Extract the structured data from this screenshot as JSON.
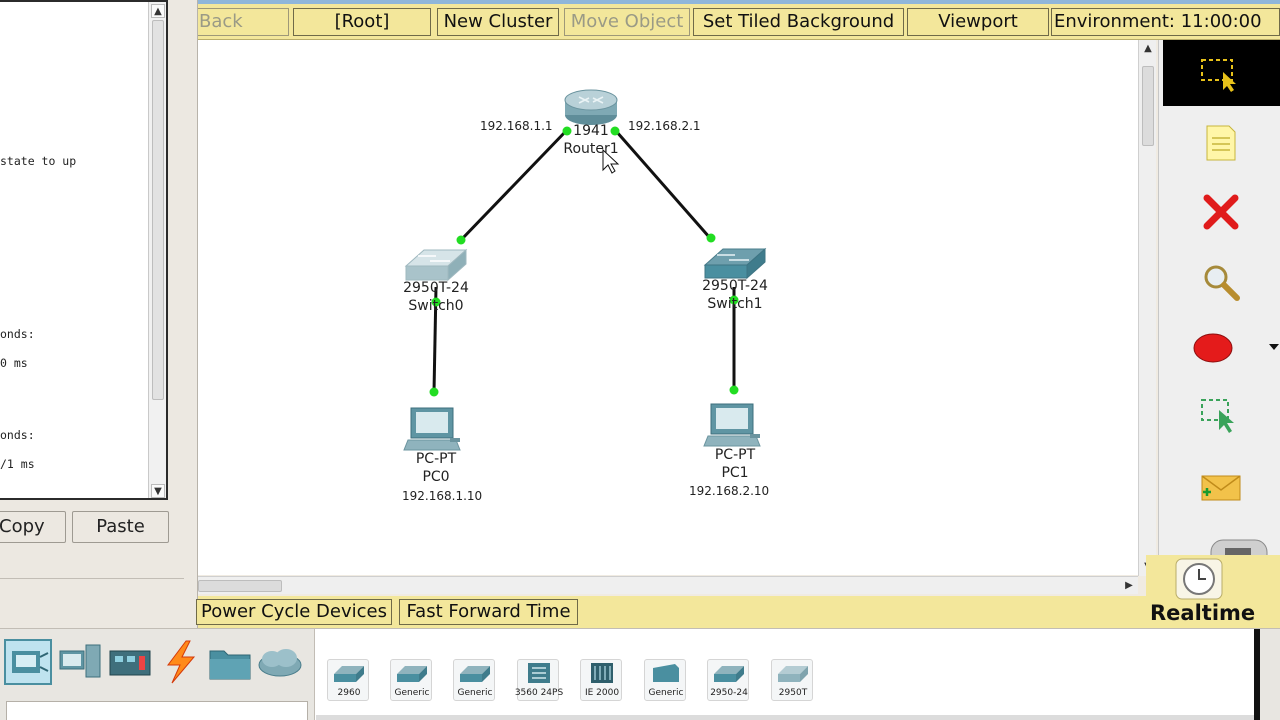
{
  "toolbar": {
    "back": "Back",
    "root": "[Root]",
    "new_cluster": "New Cluster",
    "move_object": "Move Object",
    "set_tiled_background": "Set Tiled Background",
    "viewport": "Viewport",
    "environment": "Environment: 11:00:00"
  },
  "cli": {
    "lines": [
      "state to up",
      "onds:",
      "0 ms",
      "onds:",
      "/1 ms"
    ],
    "copy_label": "Copy",
    "paste_label": "Paste"
  },
  "topology": {
    "router": {
      "model": "1941",
      "name": "Router1",
      "ip_left": "192.168.1.1",
      "ip_right": "192.168.2.1"
    },
    "switch0": {
      "model": "2950T-24",
      "name": "Switch0"
    },
    "switch1": {
      "model": "2950T-24",
      "name": "Switch1"
    },
    "pc0": {
      "model": "PC-PT",
      "name": "PC0",
      "ip": "192.168.1.10"
    },
    "pc1": {
      "model": "PC-PT",
      "name": "PC1",
      "ip": "192.168.2.10"
    }
  },
  "palette": {
    "icons": [
      "select-icon",
      "note-icon",
      "delete-icon",
      "inspect-icon",
      "draw-shape-icon",
      "resize-icon",
      "add-pdu-icon",
      "add-complex-pdu-icon"
    ]
  },
  "bottombar": {
    "power_cycle": "Power Cycle Devices",
    "fast_forward": "Fast Forward Time",
    "mode": "Realtime"
  },
  "device_categories": [
    "network-devices-icon",
    "end-devices-icon",
    "components-icon",
    "connections-icon",
    "miscellaneous-icon",
    "multiuser-icon"
  ],
  "devices": [
    "2960",
    "Generic",
    "Generic",
    "3560 24PS",
    "IE 2000",
    "Generic",
    "2950-24",
    "2950T"
  ],
  "colors": {
    "toolbar_bg": "#f3e79b",
    "link": "#111111",
    "link_up": "#22dd22",
    "device_teal": "#4a8fa0"
  }
}
